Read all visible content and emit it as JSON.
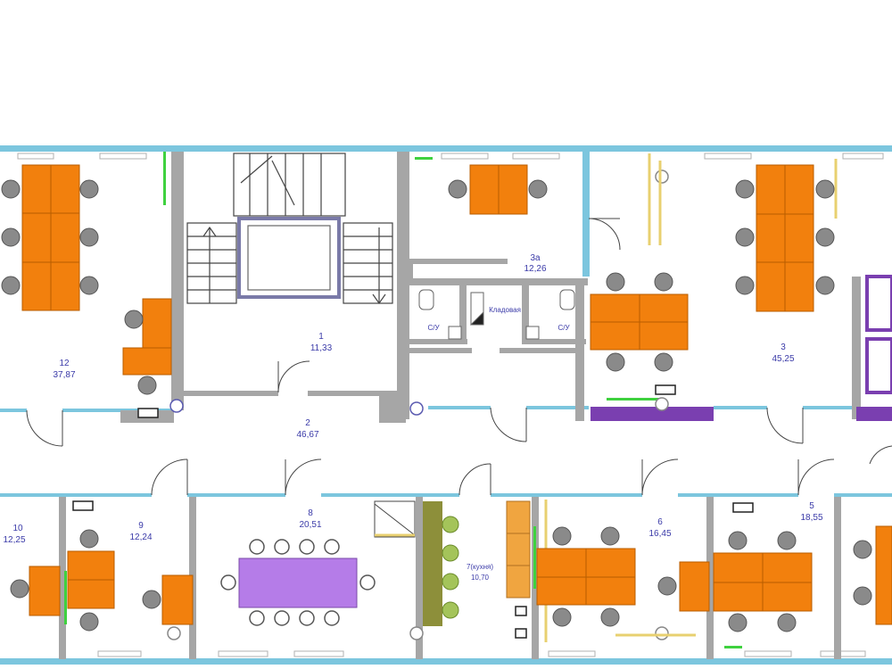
{
  "rooms": [
    {
      "id": "12",
      "number": "12",
      "area": "37,87"
    },
    {
      "id": "1",
      "number": "1",
      "area": "11,33"
    },
    {
      "id": "3a",
      "number": "3а",
      "area": "12,26"
    },
    {
      "id": "3",
      "number": "3",
      "area": "45,25"
    },
    {
      "id": "2",
      "number": "2",
      "area": "46,67"
    },
    {
      "id": "10",
      "number": "10",
      "area": "12,25"
    },
    {
      "id": "9",
      "number": "9",
      "area": "12,24"
    },
    {
      "id": "8",
      "number": "8",
      "area": "20,51"
    },
    {
      "id": "7",
      "number": "7(кухня)",
      "area": "10,70"
    },
    {
      "id": "6",
      "number": "6",
      "area": "16,45"
    },
    {
      "id": "5",
      "number": "5",
      "area": "18,55"
    }
  ],
  "labels": {
    "wc_left": "С/У",
    "wc_right": "С/У",
    "cleaning": "Кладовая"
  },
  "colors": {
    "wall": "#a6a6a6",
    "wall_dark": "#8c8c8c",
    "outer": "#7cc6de",
    "desk": "#f2800d",
    "desk_edge": "#b85d00",
    "meeting_table": "#b57ce8",
    "purple_bar": "#7a3fb0",
    "kitchen_counter": "#8d8f3a",
    "shelf": "#f0a540",
    "chair": "#8a8a8a",
    "window": "#4aa0c8",
    "label": "#3a3aa8"
  }
}
